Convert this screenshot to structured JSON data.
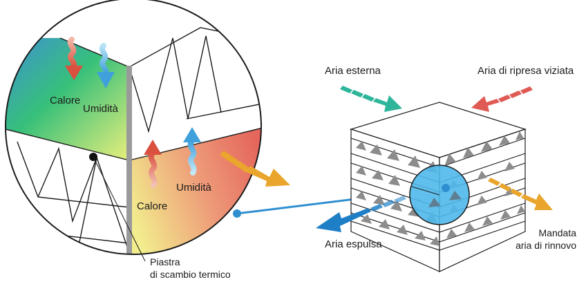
{
  "labels": {
    "calore_top": "Calore",
    "umidita_top": "Umidità",
    "calore_bottom": "Calore",
    "umidita_bottom": "Umidità",
    "piastra_line1": "Piastra",
    "piastra_line2": "di scambio termico",
    "aria_esterna": "Aria esterna",
    "aria_ripresa": "Aria di ripresa viziata",
    "aria_espulsa": "Aria espulsa",
    "mandata_line1": "Mandata",
    "mandata_line2": "aria di rinnovo"
  },
  "colors": {
    "outline": "#1a1a1a",
    "plate": "#9a9a9d",
    "heat_red": "#d9503f",
    "humidity_blue": "#3fa0dc",
    "fresh_green": "#2fb59a",
    "supply_orange": "#e9a52c",
    "exhaust_blue": "#1f7fc6",
    "pyramid_grey": "#8c8c8c",
    "magnifier_blue": "#4fb8ea"
  },
  "icons": {
    "arrow_outdoor": "striped-arrow-icon",
    "arrow_return": "striped-arrow-icon",
    "arrow_supply": "striped-arrow-icon",
    "arrow_exhaust": "striped-arrow-icon",
    "heat": "wavy-arrow-icon",
    "humidity": "wavy-arrow-icon"
  }
}
